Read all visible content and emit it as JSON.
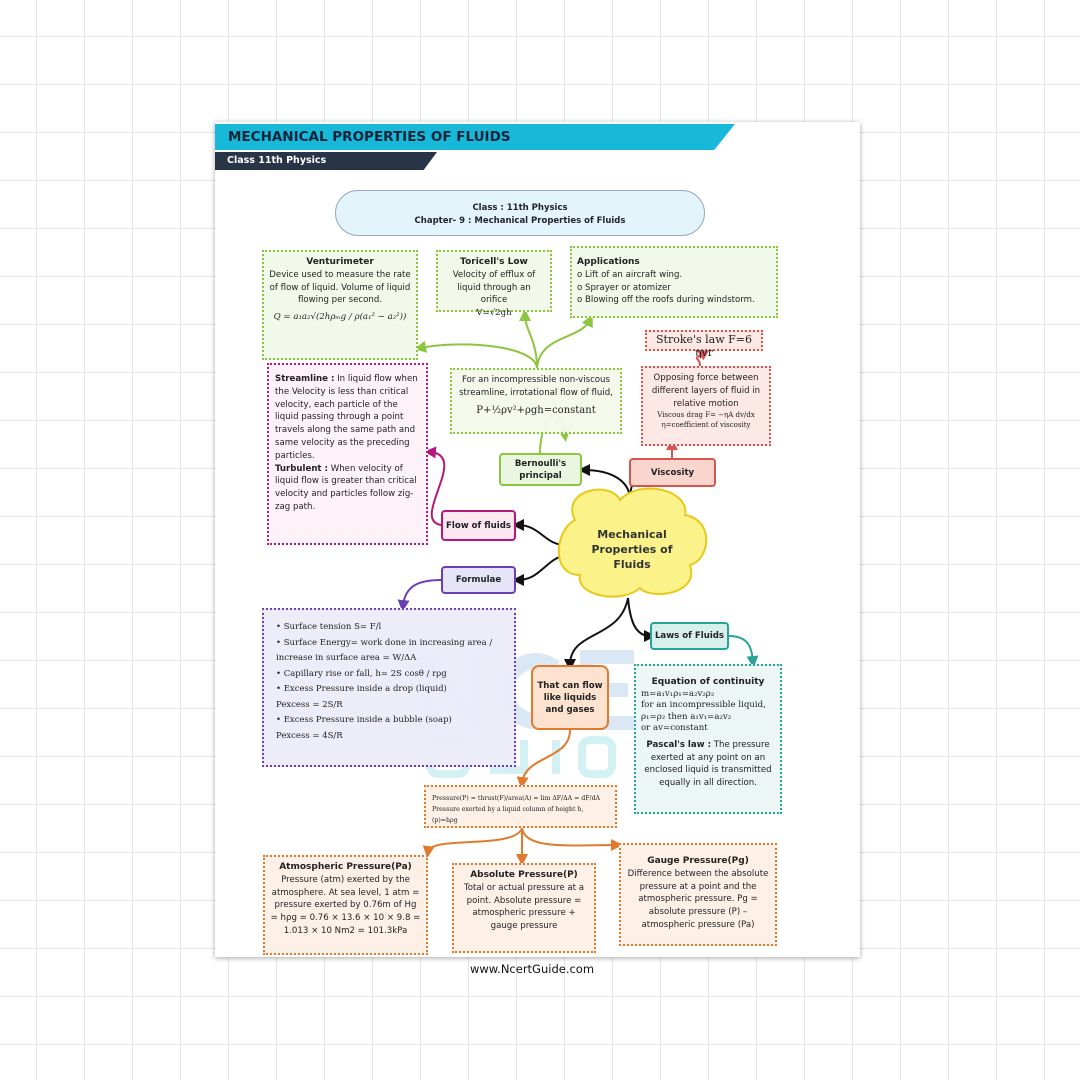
{
  "header": {
    "title": "MECHANICAL PROPERTIES OF FLUIDS",
    "subtitle": "Class 11th Physics"
  },
  "pill": {
    "line1": "Class : 11th Physics",
    "line2": "Chapter- 9 : Mechanical Properties of Fluids"
  },
  "center": "Mechanical Properties of Fluids",
  "venturimeter": {
    "title": "Venturimeter",
    "text": "Device used to measure the rate of flow of liquid. Volume of liquid flowing per second.",
    "formula": "Q = a₁a₂√(2hρₘg / ρ(a₁² − a₂²))"
  },
  "toricelli": {
    "title": "Toricell's Low",
    "text": "Velocity of efflux of liquid through an orifice",
    "formula": "V=√2gh"
  },
  "applications": {
    "title": "Applications",
    "items": [
      "o Lift of an aircraft wing.",
      "o Sprayer or atomizer",
      "o Blowing off the roofs during windstorm."
    ]
  },
  "stokes": "Stroke's law F=6 ηvr",
  "viscosity_box": {
    "text": "Opposing force between different layers of fluid in relative motion",
    "f1": "Viscous drag F= −ηA dv/dx",
    "f2": "η=coefficient of viscosity"
  },
  "bernoulli_box": {
    "text": "For an incompressible non-viscous streamline, irrotational flow of fluid,",
    "formula": "P+½ρv²+ρgh=constant"
  },
  "streamline": {
    "t1": "Streamline :",
    "d1": "In liquid flow when the Velocity is less than critical velocity, each particle of the liquid passing through a point travels along the same path and same velocity as the preceding particles.",
    "t2": "Turbulent :",
    "d2": "When velocity of liquid flow is greater than critical velocity and particles follow zig-zag path."
  },
  "nodes": {
    "bernoulli": "Bernoulli's principal",
    "viscosity": "Viscosity",
    "flow": "Flow of fluids",
    "formulae": "Formulae",
    "laws": "Laws of Fluids",
    "flowlike": "That can flow like liquids and gases"
  },
  "formulae_box": [
    "• Surface tension S= F/l",
    "• Surface Energy= work done in increasing area / increase in surface area = W/ΔA",
    "• Capillary rise or fall, h= 2S cosθ / rρg",
    "• Excess Pressure inside a drop (liquid)",
    "Pexcess = 2S/R",
    "• Excess Pressure inside a bubble (soap)",
    "Pexcess = 4S/R"
  ],
  "continuity": {
    "title": "Equation of continuity",
    "lines": [
      "m=a₁v₁ρ₁=a₂v₂ρ₂",
      "for an incompressible liquid,",
      "ρ₁=ρ₂ then a₁v₁=a₂v₂",
      "or av=constant"
    ],
    "pascal_title": "Pascal's law :",
    "pascal_text": "The pressure exerted at any point on an enclosed liquid is transmitted equally in all direction."
  },
  "pressure_box": {
    "l1": "Pressure(P) = thrust(F)/area(A) = lim ΔF/ΔA = dF/dA",
    "l2": "Pressure exerted by a liquid column of height h, (p)=hρg"
  },
  "atmospheric": {
    "title": "Atmospheric Pressure(Pa)",
    "text": "Pressure (atm) exerted by the atmosphere. At sea level, 1 atm = pressure exerted by 0.76m of Hg = hρg = 0.76 × 13.6 × 10 × 9.8 = 1.013 × 10 Nm2 = 101.3kPa"
  },
  "absolute": {
    "title": "Absolute Pressure(P)",
    "text": "Total or actual pressure at a point. Absolute pressure = atmospheric pressure + gauge pressure"
  },
  "gauge": {
    "title": "Gauge Pressure(Pg)",
    "text": "Difference between the absolute pressure at a point and the atmospheric pressure. Pg = absolute pressure (P) – atmospheric pressure (Pa)"
  },
  "watermark": {
    "url": "www.NcertGuide.com",
    "logo1": "NCERT",
    "logo2": "GUIDE"
  },
  "colors": {
    "accent": "#18b8d8",
    "dark": "#283547"
  }
}
